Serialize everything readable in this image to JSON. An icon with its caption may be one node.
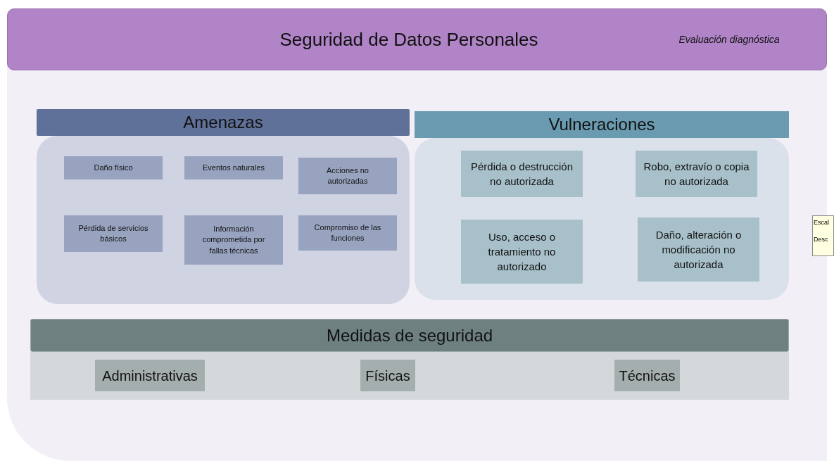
{
  "diagram": {
    "nodes": [
      {
        "text": [
          "Seguridad de Datos Personales",
          "Evaluación diagnóstica"
        ]
      },
      {
        "text": [
          "Amenazas"
        ]
      },
      {
        "text": [],
        "shape": "box"
      },
      {
        "text": [
          "Daño físico"
        ],
        "in": 2
      },
      {
        "text": [
          "Eventos naturales"
        ],
        "in": 2
      },
      {
        "text": [
          "Acciones no autorizadas"
        ],
        "in": 2
      },
      {
        "text": [
          "Pérdida de servicios básicos"
        ],
        "in": 2
      },
      {
        "text": [
          "Información comprometida por fallas técnicas"
        ],
        "in": 2
      },
      {
        "text": [
          "Compromiso de las funciones"
        ],
        "in": 2
      },
      {
        "text": [
          "Vulneraciones"
        ]
      },
      {
        "text": [],
        "shape": "box"
      },
      {
        "text": [
          "Pérdida o destrucción no autorizada"
        ],
        "in": 10
      },
      {
        "text": [
          "Robo, extravío o copia no autorizada"
        ],
        "in": 10
      },
      {
        "text": [
          "Uso, acceso o tratamiento no autorizado"
        ],
        "in": 10
      },
      {
        "text": [
          "Daño, alteración o modificación no autorizada"
        ],
        "in": 10
      },
      {
        "text": [
          "Medidas de seguridad"
        ]
      },
      {
        "text": [],
        "shape": "box"
      },
      {
        "text": [
          "Administrativas"
        ],
        "in": 16
      },
      {
        "text": [
          "Físicas"
        ],
        "in": 16
      },
      {
        "text": [
          "Técnicas"
        ],
        "in": 16
      }
    ],
    "labels": [
      "Escal",
      "Desc"
    ]
  }
}
